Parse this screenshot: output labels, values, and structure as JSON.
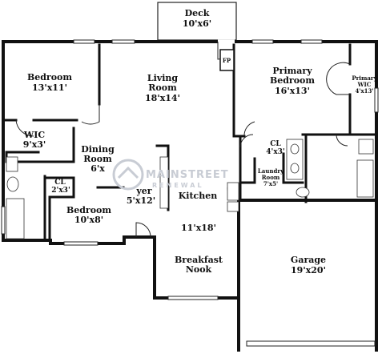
{
  "rooms": {
    "deck": {
      "name": "Deck",
      "size": "10'x6'"
    },
    "bedroom_nw": {
      "name": "Bedroom",
      "size": "13'x11'"
    },
    "living": {
      "name1": "Living",
      "name2": "Room",
      "size": "18'x14'"
    },
    "fp": {
      "name": "FP"
    },
    "primary_bed": {
      "name1": "Primary",
      "name2": "Bedroom",
      "size": "16'x13'"
    },
    "primary_wic": {
      "name1": "Primary",
      "name2": "WIC",
      "size": "4'x13'"
    },
    "wic": {
      "name": "WIC",
      "size": "9'x3'"
    },
    "dining": {
      "name1": "Dining",
      "name2": "Room",
      "size": "6'x"
    },
    "cl_small": {
      "name": "CL",
      "size": "2'x3'"
    },
    "cl_primary": {
      "name": "CL",
      "size": "4'x3'"
    },
    "laundry": {
      "name1": "Laundry",
      "name2": "Room",
      "size": "7'x5'"
    },
    "bedroom_sw": {
      "name": "Bedroom",
      "size": "10'x8'"
    },
    "foyer": {
      "name": "yer",
      "size": "5'x12'"
    },
    "kitchen": {
      "name": "Kitchen",
      "size": "11'x18'"
    },
    "breakfast": {
      "name1": "Breakfast",
      "name2": "Nook"
    },
    "garage": {
      "name": "Garage",
      "size": "19'x20'"
    }
  },
  "watermark": {
    "line1": "MAINSTREET",
    "line2": "RENEWAL"
  }
}
